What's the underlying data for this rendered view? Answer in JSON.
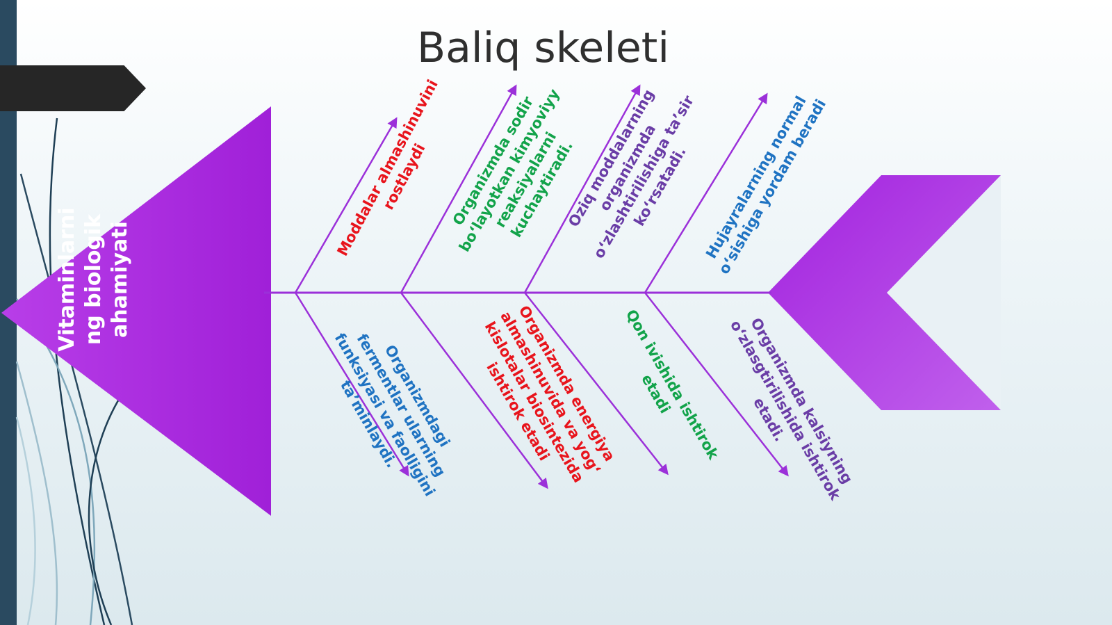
{
  "title": "Baliq skeleti",
  "head_label": "Vitaminlarni\nng biologik\nahamiyati",
  "colors": {
    "spine": "#9b30d9",
    "head": "#a626e0",
    "red": "#e8141c",
    "green": "#12a34a",
    "purple": "#6a3da6",
    "blue": "#1f73c2"
  },
  "top_branches": [
    {
      "text": "Moddalar almashinuvini\nrostlaydi",
      "color": "red"
    },
    {
      "text": "Organizmda sodir\nbo‘layotkan kimyoviyy\nreaksiyalarni\nkuchaytiradi.",
      "color": "green"
    },
    {
      "text": "Oziq moddalarning\norganizmda\no‘zlashtirilishiga ta’sir\nko‘rsatadi.",
      "color": "purple"
    },
    {
      "text": "Hujayralarning normal\no‘sishiga yordam beradi",
      "color": "blue"
    }
  ],
  "bottom_branches": [
    {
      "text": "Organizmdagi\nfermentlar ularning\nfunksiyasi va faolligini\nta’minlaydi.",
      "color": "blue"
    },
    {
      "text": "Organizmda energiya\nalmashinuvida va yog‘\nkislotalar biosintezida\nishtirok etadi",
      "color": "red"
    },
    {
      "text": "Qon ivishida ishtirok\netadi",
      "color": "green"
    },
    {
      "text": "Organizmda kalsiyning\no‘zlasgtirilishida ishtirok\netadi.",
      "color": "purple"
    }
  ]
}
